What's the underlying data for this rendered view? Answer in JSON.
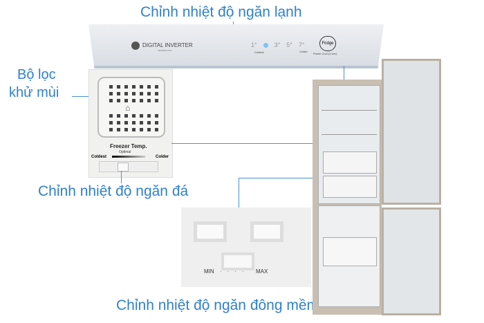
{
  "labels": {
    "fridge_control": "Chỉnh nhiệt độ ngăn lạnh",
    "deodorizer_line1": "Bộ lọc",
    "deodorizer_line2": "khử mùi",
    "freezer_control": "Chỉnh nhiệt độ ngăn đá",
    "soft_freeze_control": "Chỉnh nhiệt độ ngăn đông mềm"
  },
  "control_panel": {
    "brand": "DIGITAL INVERTER",
    "brand_sub": "TECHNOLOGY",
    "temps": [
      "1°",
      "",
      "3°",
      "5°",
      "7°"
    ],
    "coldest": "Coldest",
    "colder": "Colder",
    "button": "Fridge",
    "button_sub": "Power Cool (3 sec)"
  },
  "freezer_panel": {
    "title": "Freezer Temp.",
    "optimal": "Optimal",
    "coldest": "Coldest",
    "colder": "Colder"
  },
  "soft_freeze_panel": {
    "min": "MIN",
    "max": "MAX"
  },
  "colors": {
    "label": "#2f80d0",
    "line": "#4a90d9"
  }
}
